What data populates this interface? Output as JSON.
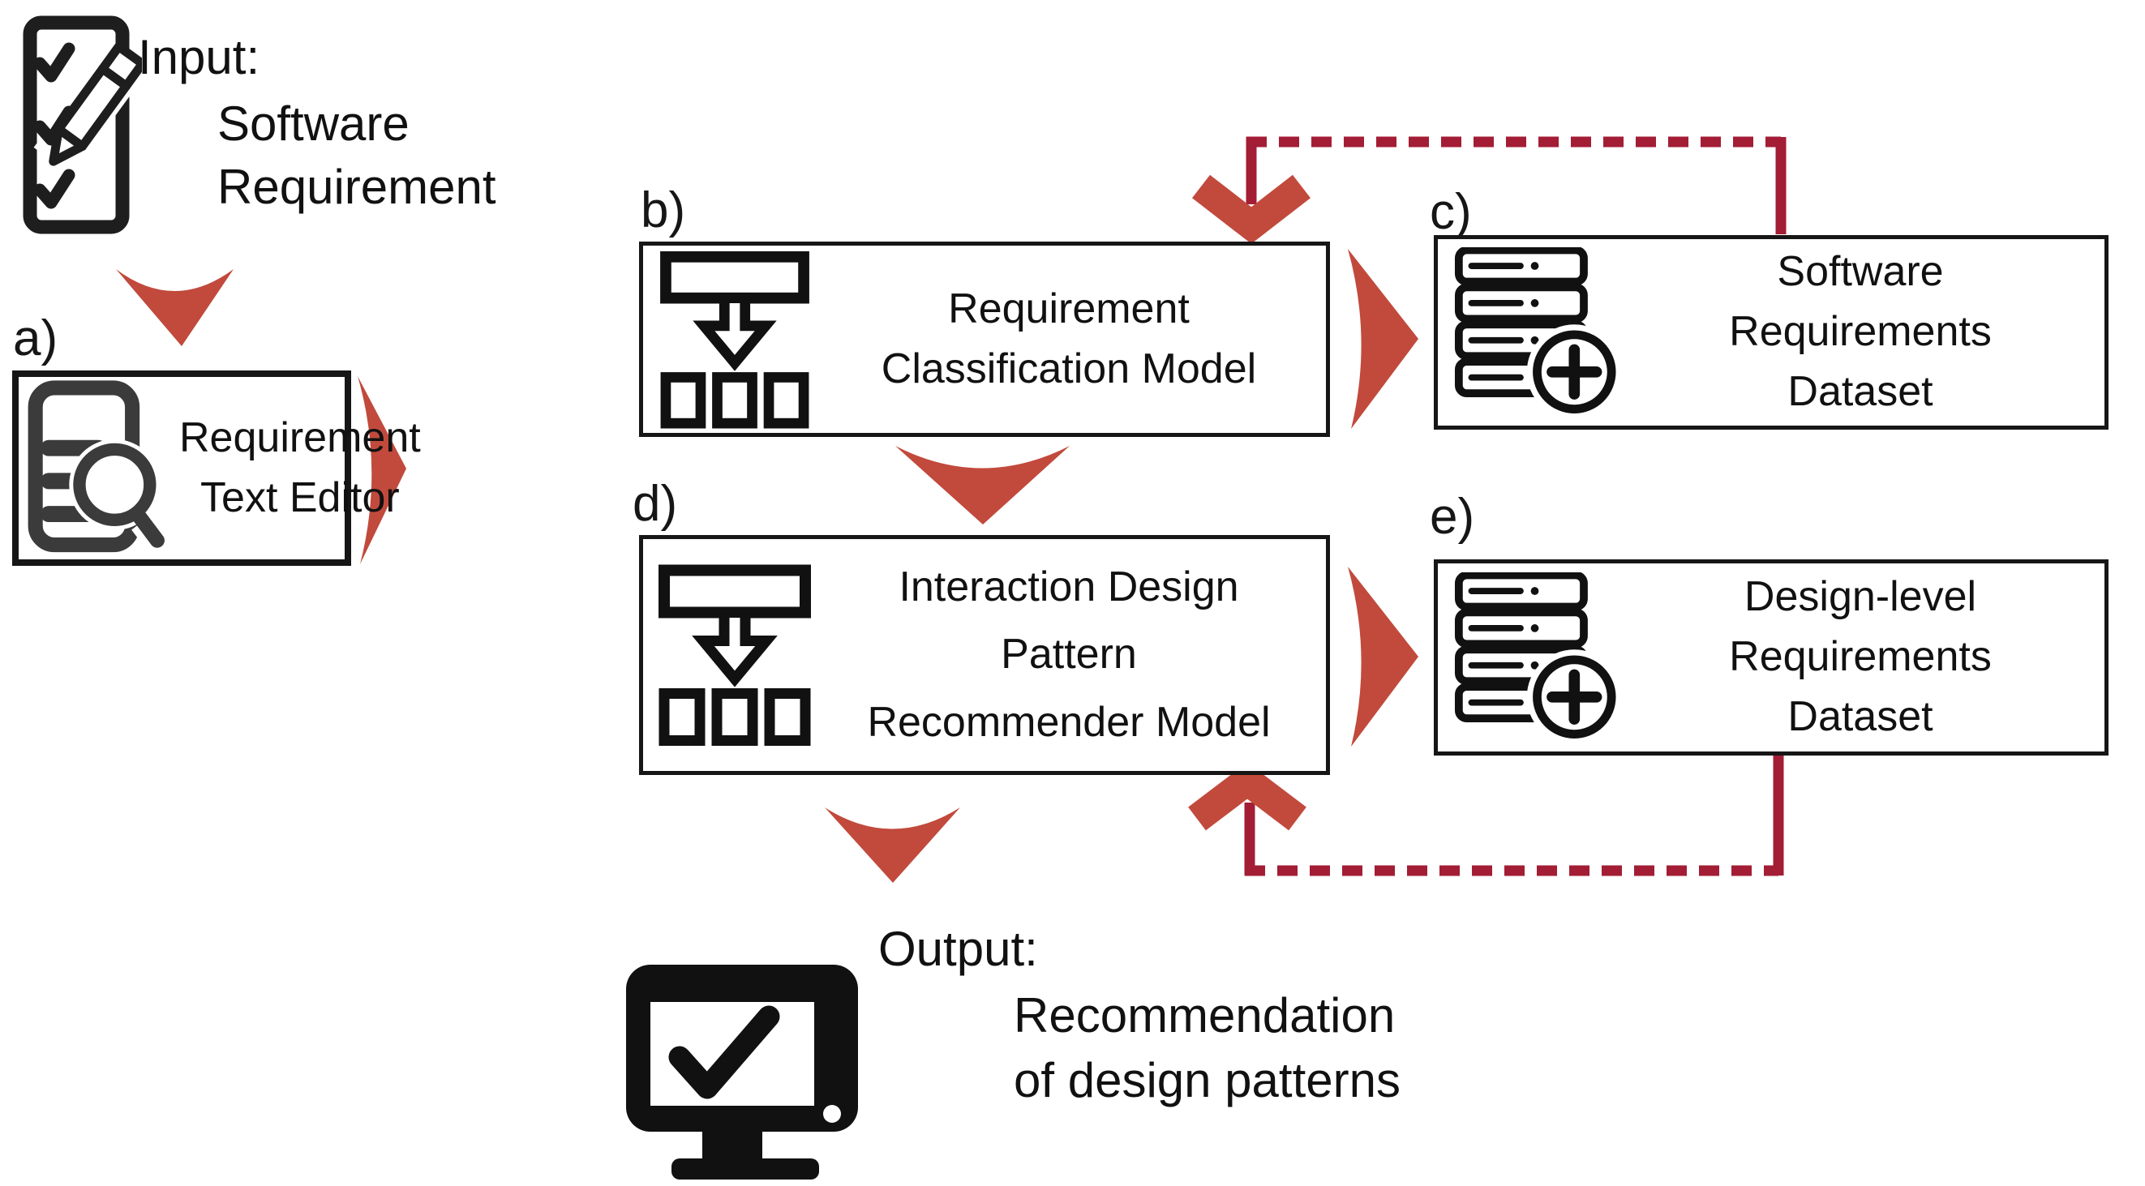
{
  "colors": {
    "arrow_red": "#c14a3c",
    "feedback_line_red": "#a31d35",
    "ink_black": "#161616",
    "icon_gray": "#3b3b3b",
    "background": "#ffffff"
  },
  "input": {
    "label": "Input:",
    "lines": [
      "Software",
      "Requirement"
    ],
    "icon": "checklist-pencil-icon"
  },
  "output": {
    "label": "Output:",
    "lines": [
      "Recommendation",
      "of design patterns"
    ],
    "icon": "monitor-check-icon"
  },
  "stages": {
    "a": {
      "tag": "a)",
      "title_lines": [
        "Requirement",
        "Text Editor"
      ],
      "icon": "document-search-icon"
    },
    "b": {
      "tag": "b)",
      "title_lines": [
        "Requirement",
        "Classification Model"
      ],
      "icon": "classification-tree-icon"
    },
    "c": {
      "tag": "c)",
      "title_lines": [
        "Software",
        "Requirements",
        "Dataset"
      ],
      "icon": "database-add-icon"
    },
    "d": {
      "tag": "d)",
      "title_lines": [
        "Interaction Design",
        "Pattern",
        "Recommender Model"
      ],
      "icon": "classification-tree-icon"
    },
    "e": {
      "tag": "e)",
      "title_lines": [
        "Design-level",
        "Requirements",
        "Dataset"
      ],
      "icon": "database-add-icon"
    }
  },
  "flows": [
    "input-to-a",
    "a-to-b",
    "b-to-c",
    "b-to-d",
    "d-to-e",
    "d-to-output",
    "c-feedback-to-b (dashed)",
    "e-feedback-to-d (dashed)"
  ]
}
